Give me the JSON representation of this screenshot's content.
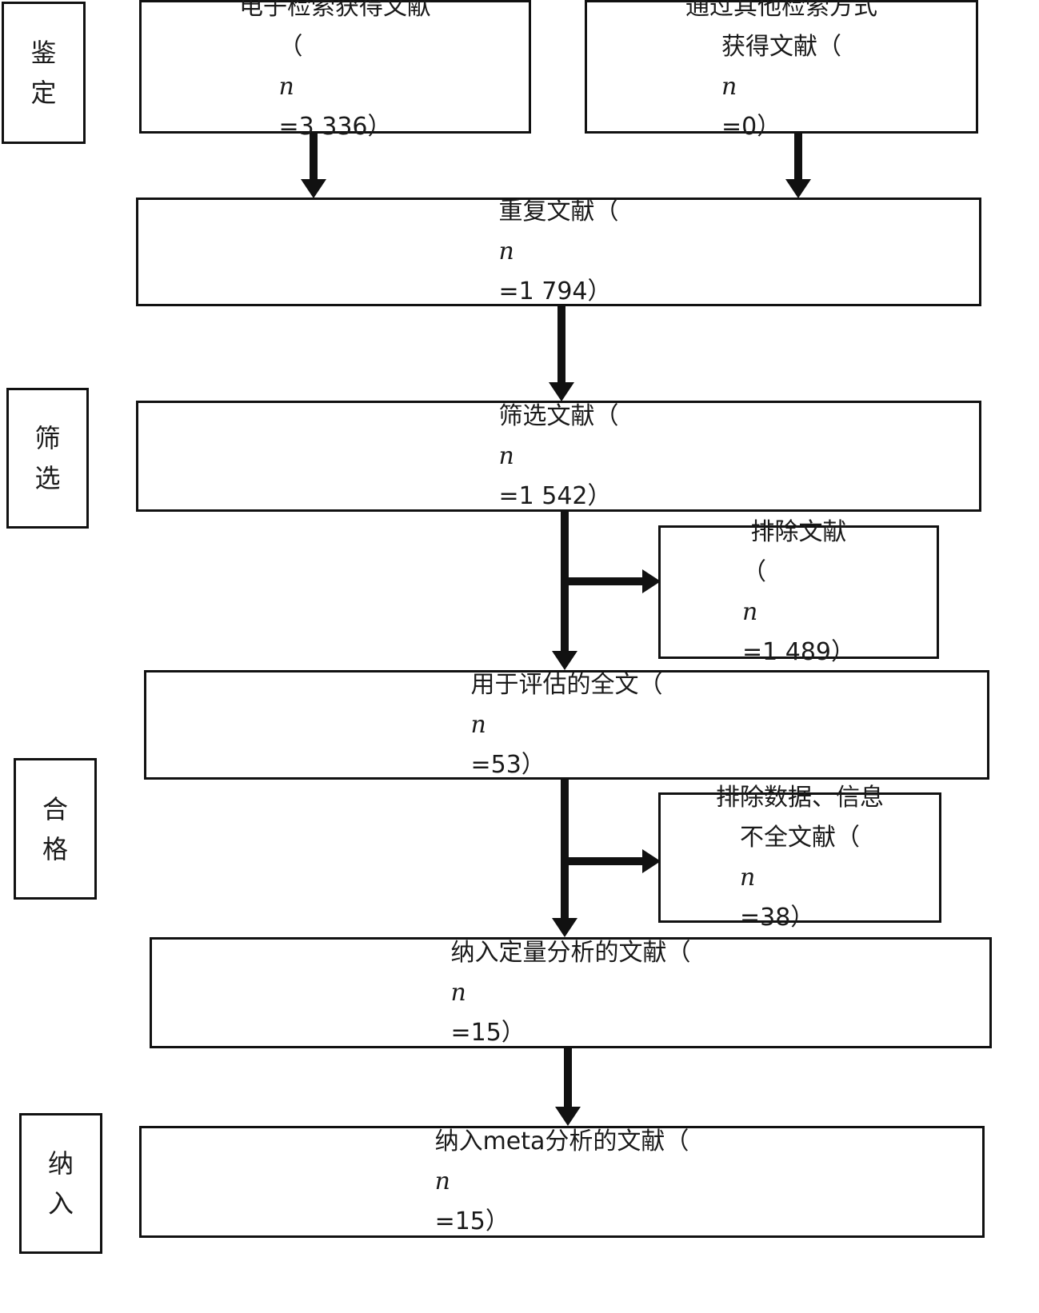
{
  "stages": [
    {
      "line1": "鉴",
      "line2": "定"
    },
    {
      "line1": "筛",
      "line2": "选"
    },
    {
      "line1": "合",
      "line2": "格"
    },
    {
      "line1": "纳",
      "line2": "入"
    }
  ],
  "nodes": {
    "electronic": {
      "text": "电子检索获得文献",
      "pre": "（",
      "n": "n",
      "post": "=3 336）"
    },
    "other": {
      "line1": "通过其他检索方式",
      "pre": "获得文献（",
      "n": "n",
      "post": "=0）"
    },
    "duplicates": {
      "pre": "重复文献（",
      "n": "n",
      "post": "=1 794）"
    },
    "screened": {
      "pre": "筛选文献（",
      "n": "n",
      "post": "=1 542）"
    },
    "excluded1": {
      "line1": "排除文献",
      "pre": "（",
      "n": "n",
      "post": "=1 489）"
    },
    "fulltext": {
      "pre": "用于评估的全文（",
      "n": "n",
      "post": "=53）"
    },
    "excluded2": {
      "line1": "排除数据、信息",
      "pre": "不全文献（",
      "n": "n",
      "post": "=38）"
    },
    "quantitative": {
      "pre": "纳入定量分析的文献（",
      "n": "n",
      "post": "=15）"
    },
    "meta": {
      "pre": "纳入meta分析的文献（",
      "n": "n",
      "post": "=15）"
    }
  }
}
